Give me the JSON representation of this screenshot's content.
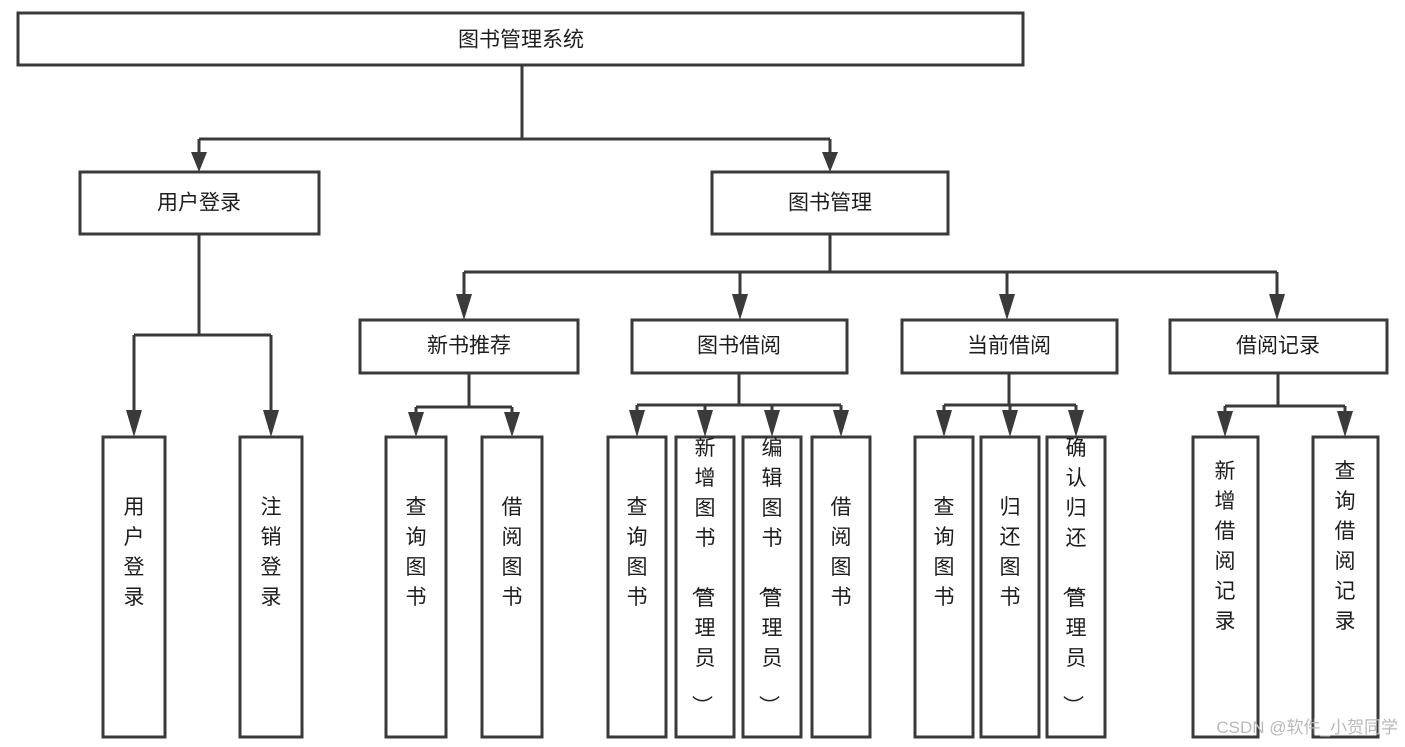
{
  "diagram": {
    "type": "tree",
    "title": "图书管理系统",
    "background_color": "#ffffff",
    "box_stroke_color": "#3a3a3a",
    "box_fill_color": "#ffffff",
    "text_color": "#1d1d1d",
    "levels": 4
  },
  "root": {
    "label": "图书管理系统"
  },
  "level2": {
    "user_login": {
      "label": "用户登录"
    },
    "book_manage": {
      "label": "图书管理"
    }
  },
  "level3": {
    "new_book_rec": {
      "label": "新书推荐"
    },
    "book_borrow": {
      "label": "图书借阅"
    },
    "current_borrow": {
      "label": "当前借阅"
    },
    "borrow_record": {
      "label": "借阅记录"
    }
  },
  "leaves": {
    "user_login": [
      {
        "label": "用户登录"
      },
      {
        "label": "注销登录"
      }
    ],
    "new_book_rec": [
      {
        "label": "查询图书"
      },
      {
        "label": "借阅图书"
      }
    ],
    "book_borrow": [
      {
        "label": "查询图书"
      },
      {
        "label": "新增图书（管理员）"
      },
      {
        "label": "编辑图书（管理员）"
      },
      {
        "label": "借阅图书"
      }
    ],
    "current_borrow": [
      {
        "label": "查询图书"
      },
      {
        "label": "归还图书"
      },
      {
        "label": "确认归还（管理员）"
      }
    ],
    "borrow_record": [
      {
        "label": "新增借阅记录"
      },
      {
        "label": "查询借阅记录"
      }
    ]
  },
  "watermark": {
    "text": "CSDN @软件_小贺同学",
    "color": "#b9b9b9"
  }
}
